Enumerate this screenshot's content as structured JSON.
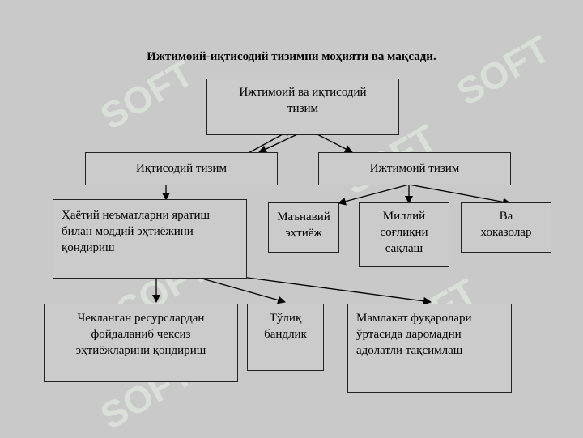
{
  "title": "Ижтимоий-иқтисодий тизимни моҳияти ва мақсади.",
  "watermark": "SOFT",
  "nodes": {
    "root": [
      "Ижтимоий ва иқтисодий",
      "тизим"
    ],
    "economic": [
      "Иқтисодий тизим"
    ],
    "social": [
      "Ижтимоий тизим"
    ],
    "material": [
      "Ҳаётий неъматларни яратиш",
      "билан моддий эҳтиёжини",
      "қондириш"
    ],
    "spiritual": [
      "Маънавий",
      "эҳтиёж"
    ],
    "national": [
      "Миллий",
      "соғлиқни",
      "сақлаш"
    ],
    "etc": [
      "Ва",
      "хоказолар"
    ],
    "limited": [
      "Чекланган ресурслардан",
      "фойдаланиб чексиз",
      "эҳтиёжларини қондириш"
    ],
    "employment": [
      "Тўлиқ",
      "бандлик"
    ],
    "income": [
      "Мамлакат фуқаролари",
      "ўртасида даромадни",
      "адолатли тақсимлаш"
    ]
  }
}
